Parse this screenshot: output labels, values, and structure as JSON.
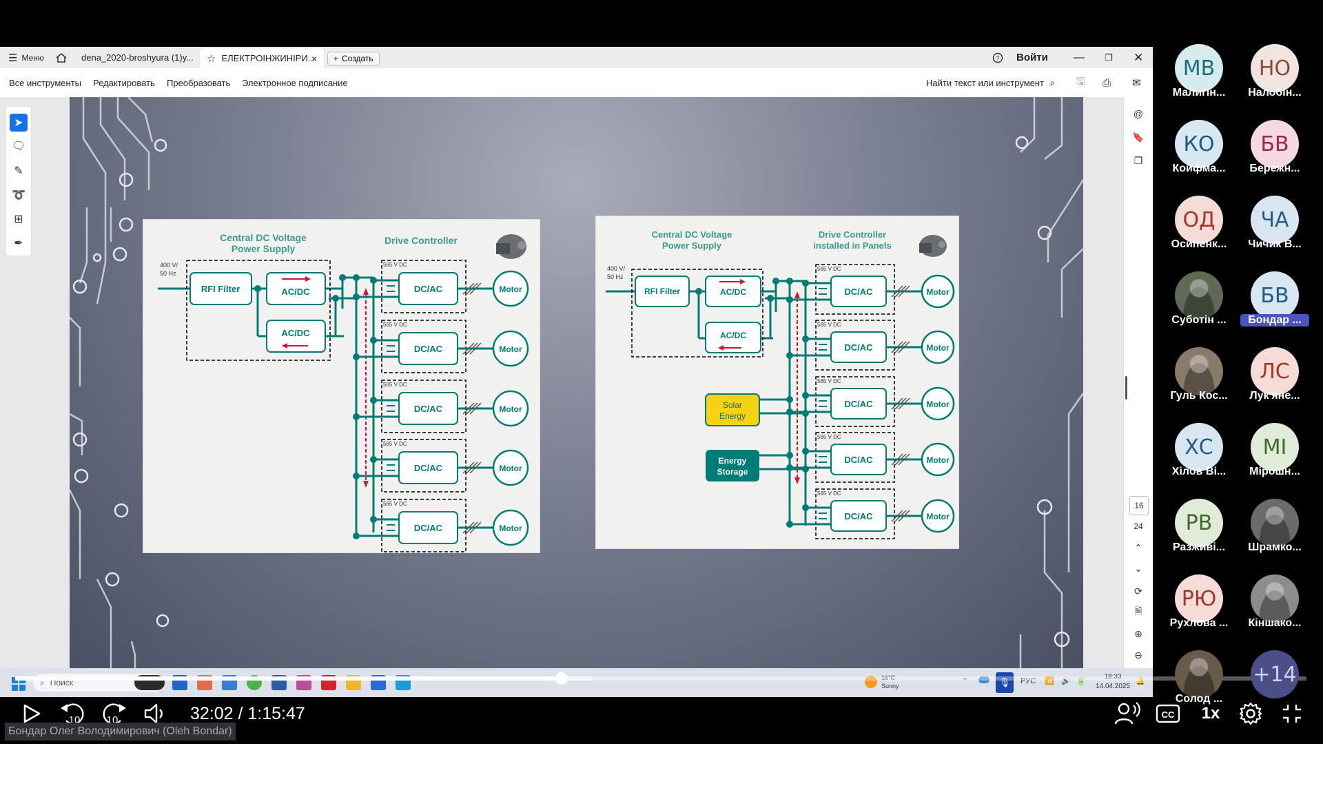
{
  "app": {
    "menu_label": "Меню",
    "tabs": [
      {
        "label": "dena_2020-broshyura (1)у..."
      },
      {
        "label": "ЕЛЕКТРОІНЖИНІРИ..."
      }
    ],
    "create_label": "Создать",
    "signin_label": "Войти"
  },
  "toolbar": {
    "items": [
      "Все инструменты",
      "Редактировать",
      "Преобразовать",
      "Электронное подписание"
    ],
    "search_label": "Найти текст или инструмент"
  },
  "page_indicator": {
    "current": "16",
    "total": "24"
  },
  "diagram_left": {
    "title1": "Central DC Voltage",
    "title2": "Power Supply",
    "title3": "Drive Controller",
    "input1": "400 V/",
    "input2": "50 Hz",
    "rfi": "RFI Filter",
    "acdc": "AC/DC",
    "dcac": "DC/AC",
    "motor": "Motor",
    "vdc": "565 V DC"
  },
  "diagram_right": {
    "title1": "Central DC Voltage",
    "title2": "Power Supply",
    "title3": "Drive Controller",
    "title4": "installed in Panels",
    "input1": "400 V/",
    "input2": "50 Hz",
    "rfi": "RFI Filter",
    "acdc": "AC/DC",
    "dcac": "DC/AC",
    "motor": "Motor",
    "vdc": "565 V DC",
    "solar1": "Solar",
    "solar2": "Energy",
    "storage1": "Energy",
    "storage2": "Storage"
  },
  "taskbar": {
    "search": "Поиск",
    "weather_temp": "16°C",
    "weather_desc": "Sunny",
    "lang": "РУС",
    "clock_time": "18:33",
    "clock_date": "14.04.2025"
  },
  "player": {
    "time": "32:02 / 1:15:47",
    "played_fraction": 0.423,
    "buffered_fraction": 0.447,
    "speed": "1x",
    "skip_seconds": "10",
    "speaker": "Бондар Олег Володимирович (Oleh Bondar)"
  },
  "participants": [
    {
      "initials": "МВ",
      "name": "Малигін...",
      "bg": "#d6ebee",
      "fg": "#1c6e7a"
    },
    {
      "initials": "НО",
      "name": "Налобін...",
      "bg": "#efe4e0",
      "fg": "#8a4a3a"
    },
    {
      "initials": "КО",
      "name": "Койфма...",
      "bg": "#d6e8f2",
      "fg": "#1a5a86"
    },
    {
      "initials": "БВ",
      "name": "Бережн...",
      "bg": "#f4d9e3",
      "fg": "#9a2a52"
    },
    {
      "initials": "ОД",
      "name": "Осипенк...",
      "bg": "#f6dcd6",
      "fg": "#a6342a"
    },
    {
      "initials": "ЧА",
      "name": "Чичик В...",
      "bg": "#d8e6f2",
      "fg": "#245a86"
    },
    {
      "initials": "",
      "name": "Суботін ...",
      "bg": "#5f6a55",
      "fg": "#ffffff"
    },
    {
      "initials": "БВ",
      "name": "Бондар ...",
      "bg": "#d8e6f2",
      "fg": "#245a86",
      "highlight": true
    },
    {
      "initials": "",
      "name": "Гуль Кос...",
      "bg": "#8a7a6a",
      "fg": "#ffffff"
    },
    {
      "initials": "ЛС",
      "name": "Лук'яне...",
      "bg": "#f6dcd6",
      "fg": "#a6342a"
    },
    {
      "initials": "ХС",
      "name": "Хілов Ві...",
      "bg": "#d8e6f2",
      "fg": "#245a86"
    },
    {
      "initials": "МІ",
      "name": "Мірошн...",
      "bg": "#e1ecd8",
      "fg": "#3f6a2a"
    },
    {
      "initials": "РВ",
      "name": "Разживі...",
      "bg": "#e1ecd8",
      "fg": "#3f6a2a"
    },
    {
      "initials": "",
      "name": "Шрамко...",
      "bg": "#6b6b6b",
      "fg": "#ffffff"
    },
    {
      "initials": "РЮ",
      "name": "Рухлова ...",
      "bg": "#f6dcd6",
      "fg": "#a6342a"
    },
    {
      "initials": "",
      "name": "Кіншако...",
      "bg": "#8c8c8c",
      "fg": "#ffffff"
    },
    {
      "initials": "",
      "name": "Солод ...",
      "bg": "#6a5a4a",
      "fg": "#ffffff"
    },
    {
      "initials": "+14",
      "name": "",
      "bg": "#4a4f8a",
      "fg": "#d0d2f0"
    }
  ]
}
